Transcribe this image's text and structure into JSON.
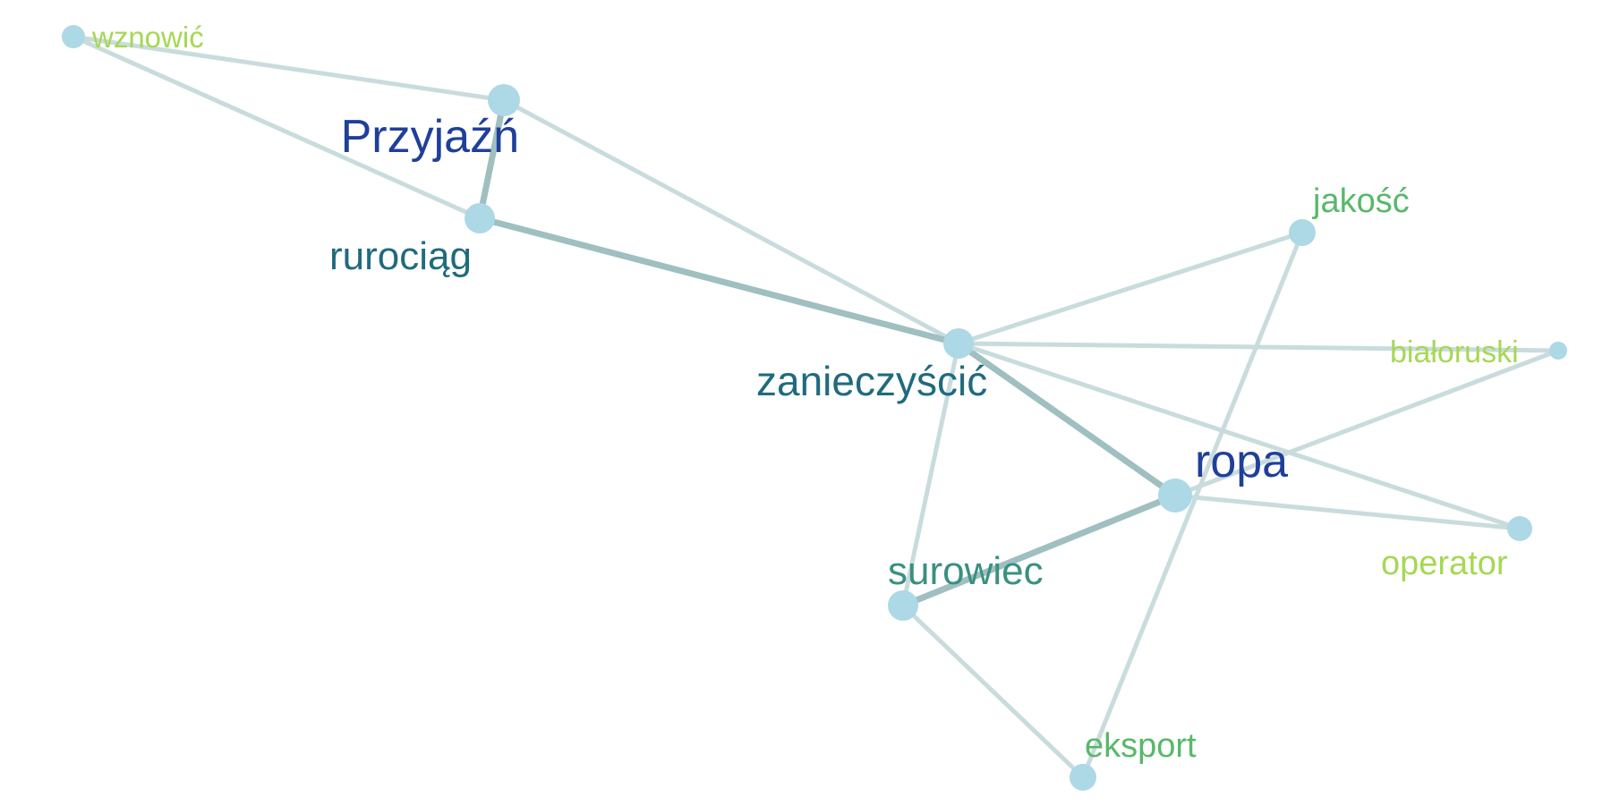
{
  "network": {
    "node_color": "#add8e6",
    "nodes": [
      {
        "id": "wznowic",
        "label": "wznowić",
        "color": "#a6d854"
      },
      {
        "id": "przyjazn",
        "label": "Przyjaźń",
        "color": "#1f3f9a"
      },
      {
        "id": "rurociag",
        "label": "rurociąg",
        "color": "#1f6b7d"
      },
      {
        "id": "zanieczyscic",
        "label": "zanieczyścić",
        "color": "#1f6b7d"
      },
      {
        "id": "jakosc",
        "label": "jakość",
        "color": "#58b86a"
      },
      {
        "id": "bialoruski",
        "label": "białoruski",
        "color": "#a6d854"
      },
      {
        "id": "ropa",
        "label": "ropa",
        "color": "#1f3f9a"
      },
      {
        "id": "operator",
        "label": "operator",
        "color": "#a6d854"
      },
      {
        "id": "surowiec",
        "label": "surowiec",
        "color": "#3a9080"
      },
      {
        "id": "eksport",
        "label": "eksport",
        "color": "#58b86a"
      }
    ],
    "edges": [
      {
        "source": "wznowic",
        "target": "przyjazn",
        "strength": "weak"
      },
      {
        "source": "wznowic",
        "target": "rurociag",
        "strength": "weak"
      },
      {
        "source": "przyjazn",
        "target": "rurociag",
        "strength": "strong"
      },
      {
        "source": "przyjazn",
        "target": "zanieczyscic",
        "strength": "weak"
      },
      {
        "source": "rurociag",
        "target": "zanieczyscic",
        "strength": "strong"
      },
      {
        "source": "zanieczyscic",
        "target": "jakosc",
        "strength": "weak"
      },
      {
        "source": "zanieczyscic",
        "target": "bialoruski",
        "strength": "weak"
      },
      {
        "source": "zanieczyscic",
        "target": "ropa",
        "strength": "strong"
      },
      {
        "source": "zanieczyscic",
        "target": "operator",
        "strength": "weak"
      },
      {
        "source": "zanieczyscic",
        "target": "surowiec",
        "strength": "weak"
      },
      {
        "source": "jakosc",
        "target": "eksport",
        "strength": "weak"
      },
      {
        "source": "ropa",
        "target": "bialoruski",
        "strength": "weak"
      },
      {
        "source": "ropa",
        "target": "operator",
        "strength": "weak"
      },
      {
        "source": "ropa",
        "target": "surowiec",
        "strength": "strong"
      },
      {
        "source": "surowiec",
        "target": "eksport",
        "strength": "weak"
      }
    ]
  }
}
